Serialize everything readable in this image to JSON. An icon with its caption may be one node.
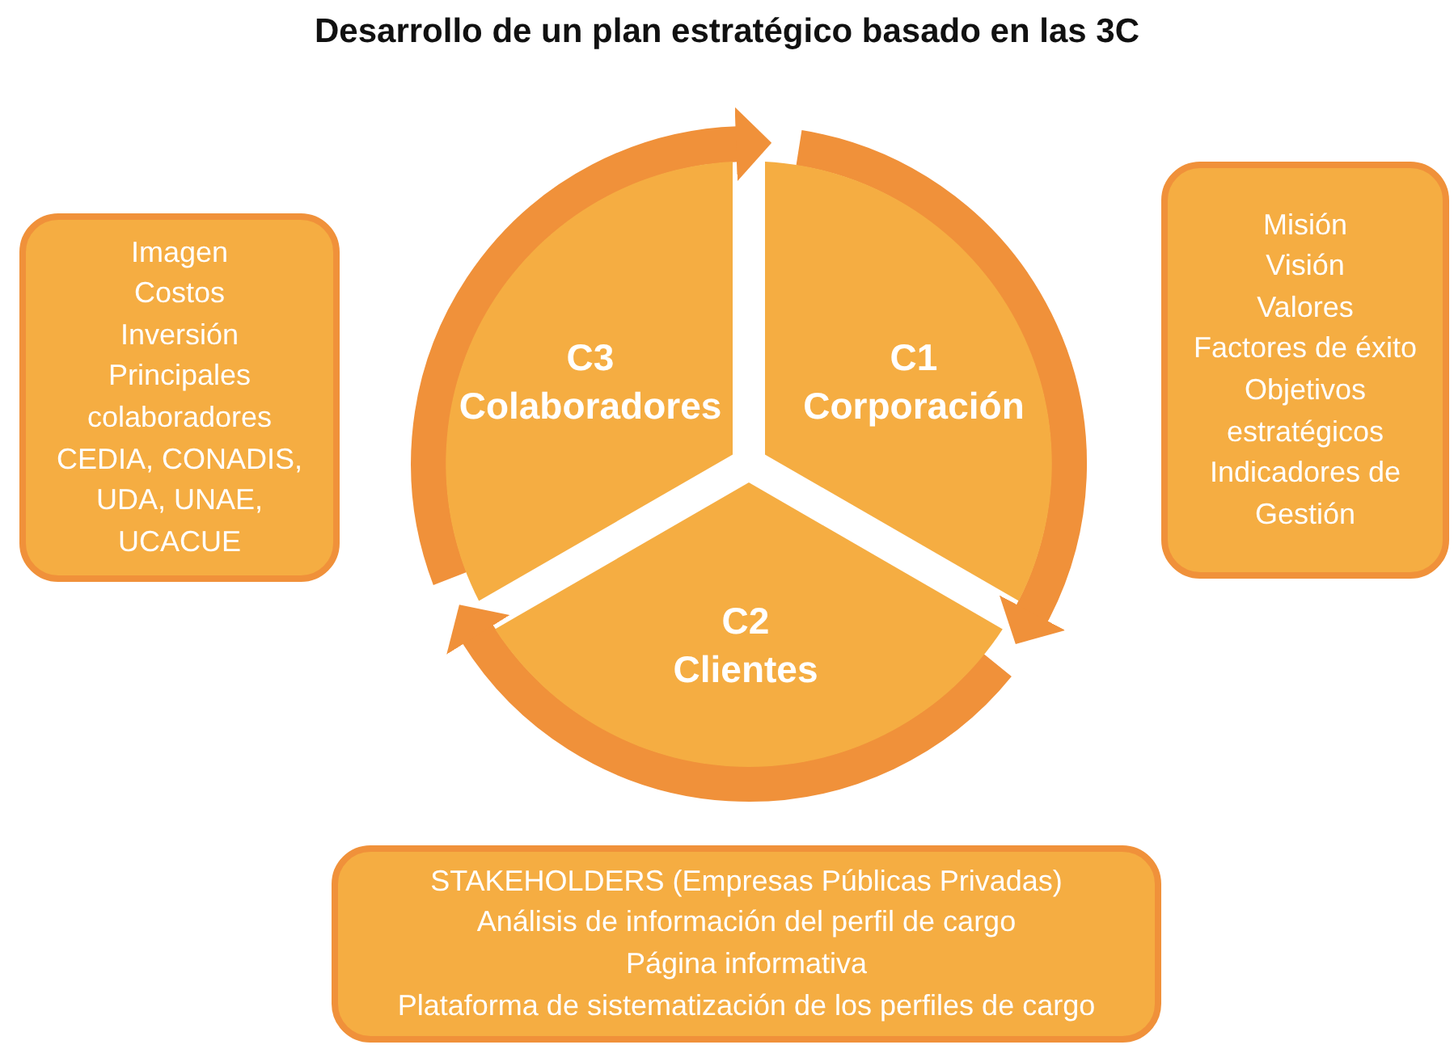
{
  "diagram": {
    "title": "Desarrollo de un plan estratégico basado en las 3C",
    "nodes": [
      {
        "text": [
          "C3",
          "Colaboradores"
        ]
      },
      {
        "text": [
          "C1",
          "Corporación"
        ]
      },
      {
        "text": [
          "C2",
          "Clientes"
        ]
      },
      {
        "text": [
          "Imagen",
          "Costos",
          "Inversión",
          "Principales colaboradores CEDIA, CONADIS, UDA, UNAE, UCACUE"
        ]
      },
      {
        "text": [
          "Misión",
          "Visión",
          "Valores",
          "Factores de éxito",
          "Objetivos estratégicos",
          "Indicadores de Gestión"
        ]
      },
      {
        "text": [
          "STAKEHOLDERS (Empresas Públicas Privadas)",
          "Análisis de información del perfil de cargo",
          "Página informativa",
          "Plataforma de sistematización de los perfiles de cargo"
        ]
      }
    ],
    "edges": [
      {
        "from": 0,
        "to": 1,
        "arrow": "to"
      },
      {
        "from": 1,
        "to": 2,
        "arrow": "to"
      },
      {
        "from": 2,
        "to": 0,
        "arrow": "to"
      }
    ]
  }
}
